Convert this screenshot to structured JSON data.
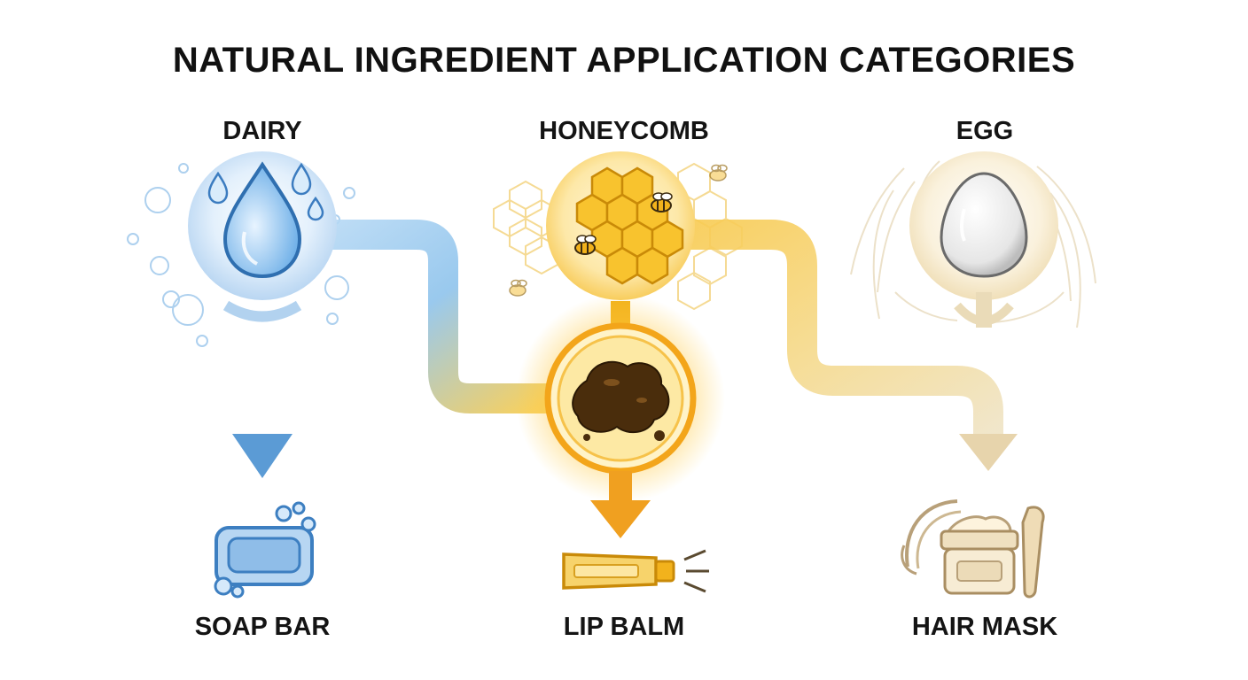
{
  "title": "NATURAL INGREDIENT APPLICATION CATEGORIES",
  "sources": [
    {
      "label": "DAIRY",
      "icon": "water-drop-icon",
      "color": "#4a90d9"
    },
    {
      "label": "HONEYCOMB",
      "icon": "honeycomb-icon",
      "color": "#f2b21c"
    },
    {
      "label": "EGG",
      "icon": "egg-icon",
      "color": "#e6d3a8"
    }
  ],
  "products": [
    {
      "label": "SOAP BAR",
      "icon": "soap-bar-icon",
      "color": "#5b9bd5"
    },
    {
      "label": "LIP BALM",
      "icon": "lip-balm-tube-icon",
      "color": "#f0a020"
    },
    {
      "label": "HAIR MASK",
      "icon": "hair-mask-jar-icon",
      "color": "#d9c49a"
    }
  ],
  "center_node": {
    "icon": "beeswax-blob-icon",
    "color": "#5a3a12"
  }
}
